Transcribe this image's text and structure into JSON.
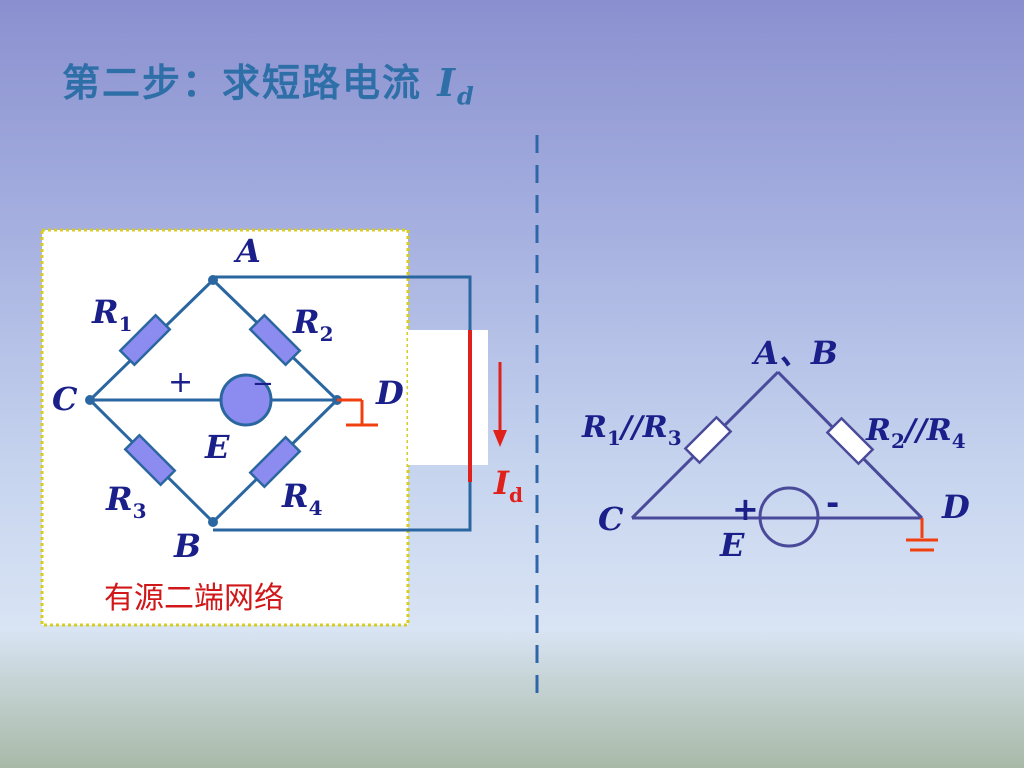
{
  "title": {
    "text": "第二步：求短路电流",
    "current_symbol": "I",
    "current_sub": "d"
  },
  "left_circuit": {
    "nodes": {
      "A": "A",
      "B": "B",
      "C": "C",
      "D": "D"
    },
    "resistors": [
      {
        "sym": "R",
        "sub": "1"
      },
      {
        "sym": "R",
        "sub": "2"
      },
      {
        "sym": "R",
        "sub": "3"
      },
      {
        "sym": "R",
        "sub": "4"
      }
    ],
    "source": {
      "label": "E",
      "plus": "+",
      "minus": "−"
    },
    "short_current": {
      "sym": "I",
      "sub": "d"
    },
    "caption": "有源二端网络"
  },
  "right_circuit": {
    "top_node": "A、B",
    "left_node": "C",
    "right_node": "D",
    "left_branch": {
      "a": "R",
      "a_sub": "1",
      "sep": "//",
      "b": "R",
      "b_sub": "3"
    },
    "right_branch": {
      "a": "R",
      "a_sub": "2",
      "sep": "//",
      "b": "R",
      "b_sub": "4"
    },
    "source": {
      "label": "E",
      "plus": "+",
      "minus": "-"
    }
  },
  "colors": {
    "wire": "#2a66a0",
    "resistor_fill": "#8c8cf0",
    "short_line": "#e0201a",
    "right_wire": "#4a4a9a",
    "ground": "#f04010"
  }
}
